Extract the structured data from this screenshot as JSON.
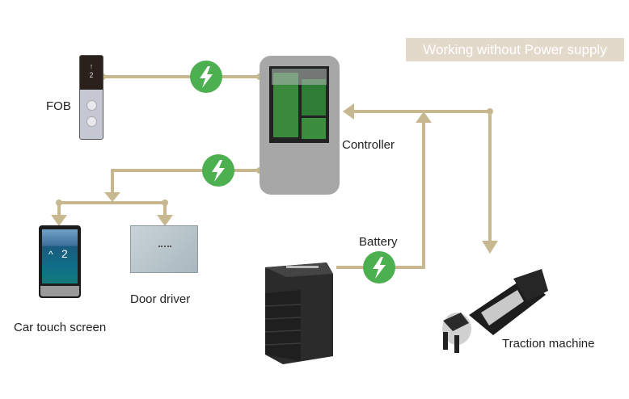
{
  "banner": {
    "text": "Working without Power supply"
  },
  "colors": {
    "wire": "#c8b890",
    "bolt": "#4caf50",
    "banner_bg": "#e3d9cb"
  },
  "nodes": {
    "fob": {
      "label": "FOB",
      "floor": "2",
      "arrow": "↑"
    },
    "controller": {
      "label": "Controller"
    },
    "car_touch_screen": {
      "label": "Car touch screen",
      "floor": "2"
    },
    "door_driver": {
      "label": "Door driver"
    },
    "battery": {
      "label": "Battery"
    },
    "traction_machine": {
      "label": "Traction  machine"
    }
  },
  "icons": {
    "power": "lightning-bolt-icon"
  }
}
